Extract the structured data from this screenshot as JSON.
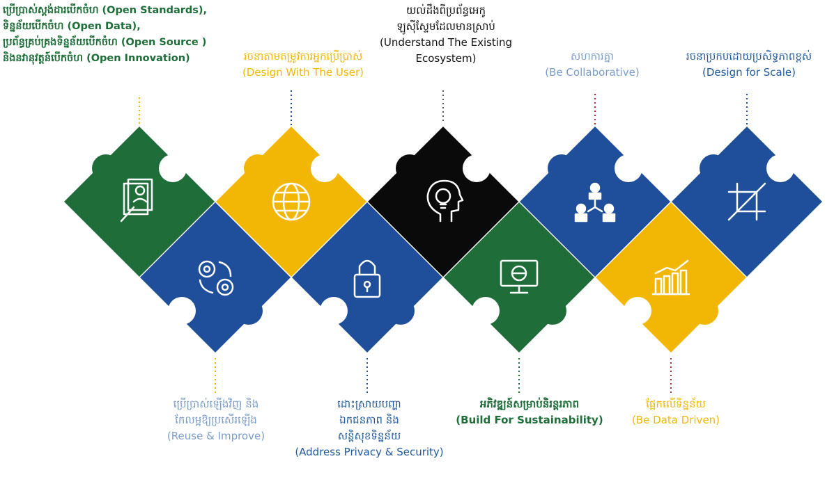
{
  "colors": {
    "green": "#1f6e3a",
    "yellow": "#f2b705",
    "blue": "#1f4f9a",
    "black": "#0a0a0a",
    "white": "#ffffff"
  },
  "top_labels": {
    "open": {
      "lines": [
        "ប្រើប្រាស់ស្តង់ដារបើកចំហ (Open Standards),",
        "ទិន្នន័យបើកចំហ (Open Data),",
        "ប្រព័ន្ធគ្រប់គ្រងទិន្នន័យបើកចំហ (Open Source )",
        "និងនវានុវត្តន៍បើកចំហ (Open Innovation)"
      ]
    },
    "user": {
      "lines": [
        "រចនាតាមតម្រូវការអ្នកប្រើប្រាស់",
        "(Design With The User)"
      ]
    },
    "ecosystem": {
      "lines": [
        "យល់ដឹងពីប្រព័ន្ធអេកូ",
        "ឡូស៊ីស្ទែមដែលមានស្រាប់",
        "(Understand The Existing",
        "Ecosystem)"
      ]
    },
    "collab": {
      "lines": [
        "សហការគ្នា",
        "(Be Collaborative)"
      ]
    },
    "scale": {
      "lines": [
        "រចនាប្រកបដោយប្រសិទ្ធភាពខ្ពស់",
        "(Design for Scale)"
      ]
    }
  },
  "bottom_labels": {
    "reuse": {
      "lines": [
        "ប្រើប្រាស់ឡើងវិញ និង",
        "កែលម្អឱ្យប្រសើរឡើង",
        "(Reuse & Improve)"
      ]
    },
    "privacy": {
      "lines": [
        "ដោះស្រាយបញ្ហា",
        "ឯកជនភាព និង",
        "សន្តិសុខទិន្នន័យ",
        "(Address Privacy & Security)"
      ]
    },
    "sustain": {
      "lines": [
        "អភិវឌ្ឍន៍សម្រាប់និរន្តរភាព",
        "(Build For Sustainability)"
      ]
    },
    "data": {
      "lines": [
        "ផ្អែកលើទិន្នន័យ",
        "(Be Data Driven)"
      ]
    }
  },
  "icons": [
    "documents-pencil-icon",
    "globe-icon",
    "gears-cycle-icon",
    "padlock-icon",
    "head-lightbulb-icon",
    "monitor-chart-icon",
    "team-network-icon",
    "bar-chart-icon",
    "crop-scale-icon"
  ]
}
